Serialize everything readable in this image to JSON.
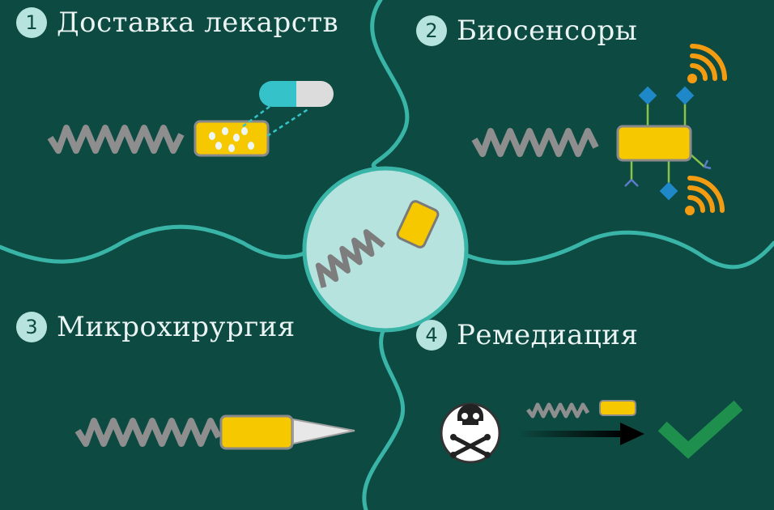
{
  "sections": [
    {
      "number": "1",
      "title": "Доставка лекарств"
    },
    {
      "number": "2",
      "title": "Биосенсоры"
    },
    {
      "number": "3",
      "title": "Микрохирургия"
    },
    {
      "number": "4",
      "title": "Ремедиация"
    }
  ],
  "colors": {
    "background": "#0d4a42",
    "divider": "#39b5a8",
    "center_circle": "#b7e3df",
    "bot_head": "#f5c800",
    "spring": "#8e8e8e",
    "signal": "#f39c12",
    "receptor": "#1e88c9",
    "check": "#1f8f4e",
    "capsule_teal": "#35c3c9"
  },
  "icons": [
    "capsule-icon",
    "wifi-signal-icon",
    "scalpel-blade-icon",
    "skull-crossbones-icon",
    "arrow-right-icon",
    "checkmark-icon"
  ]
}
